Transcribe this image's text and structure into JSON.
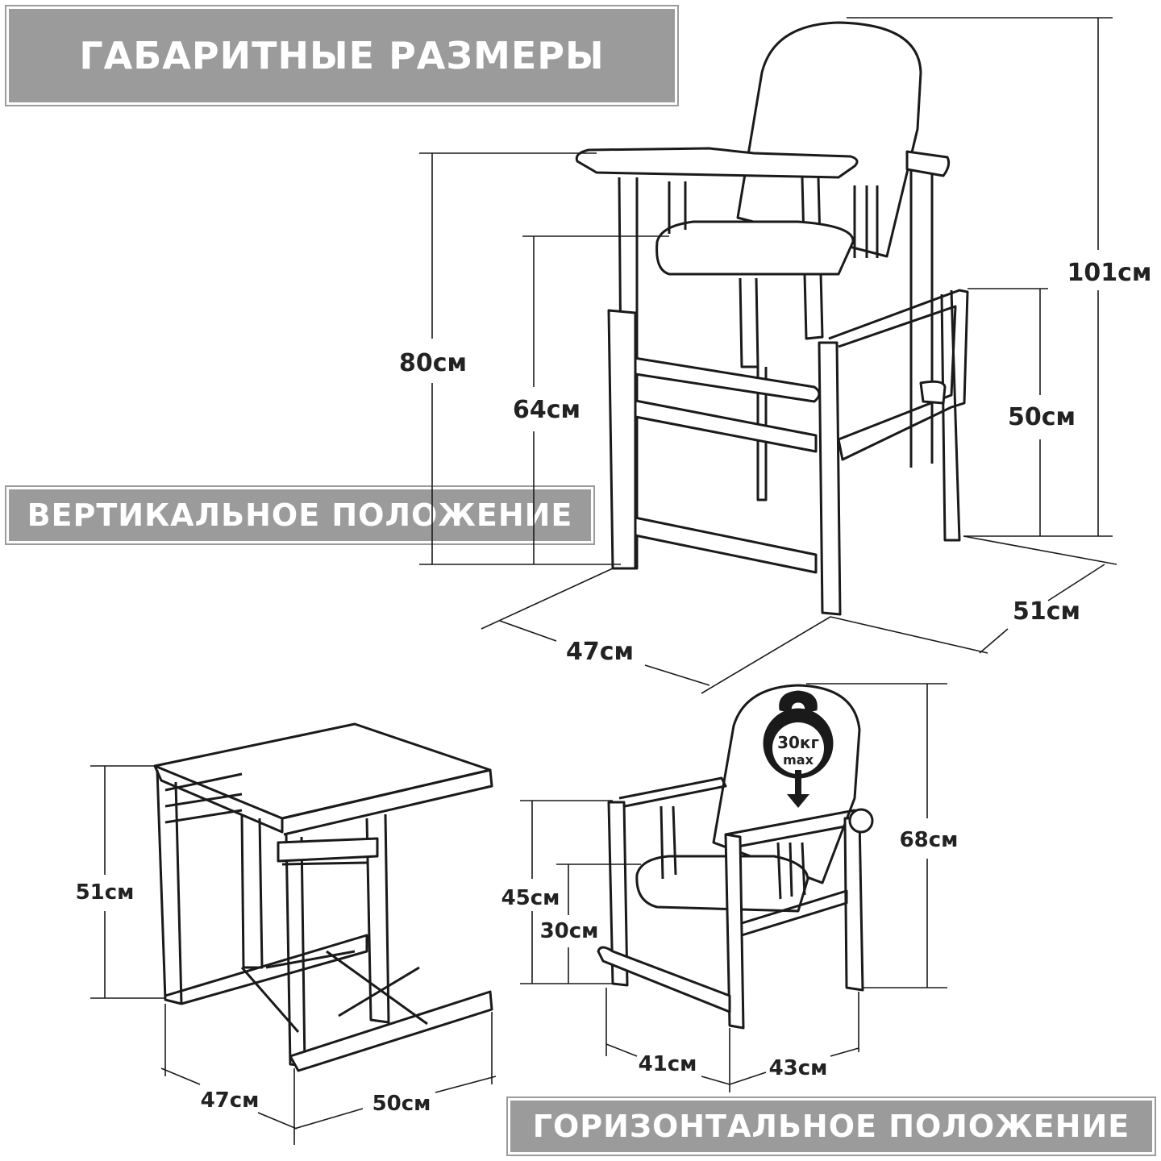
{
  "banners": {
    "title": "ГАБАРИТНЫЕ РАЗМЕРЫ",
    "vertical": "ВЕРТИКАЛЬНОЕ ПОЛОЖЕНИЕ",
    "horizontal": "ГОРИЗОНТАЛЬНОЕ ПОЛОЖЕНИЕ"
  },
  "high_chair": {
    "total_height": "101см",
    "tray_height": "80см",
    "seat_height": "64см",
    "table_height": "50см",
    "width": "47см",
    "depth": "51см"
  },
  "table": {
    "height": "51см",
    "width": "47см",
    "depth": "50см"
  },
  "chair": {
    "total_height": "68см",
    "armrest_height": "45см",
    "seat_height": "30см",
    "width": "41см",
    "depth": "43см",
    "load_value": "30кг",
    "load_note": "max"
  }
}
